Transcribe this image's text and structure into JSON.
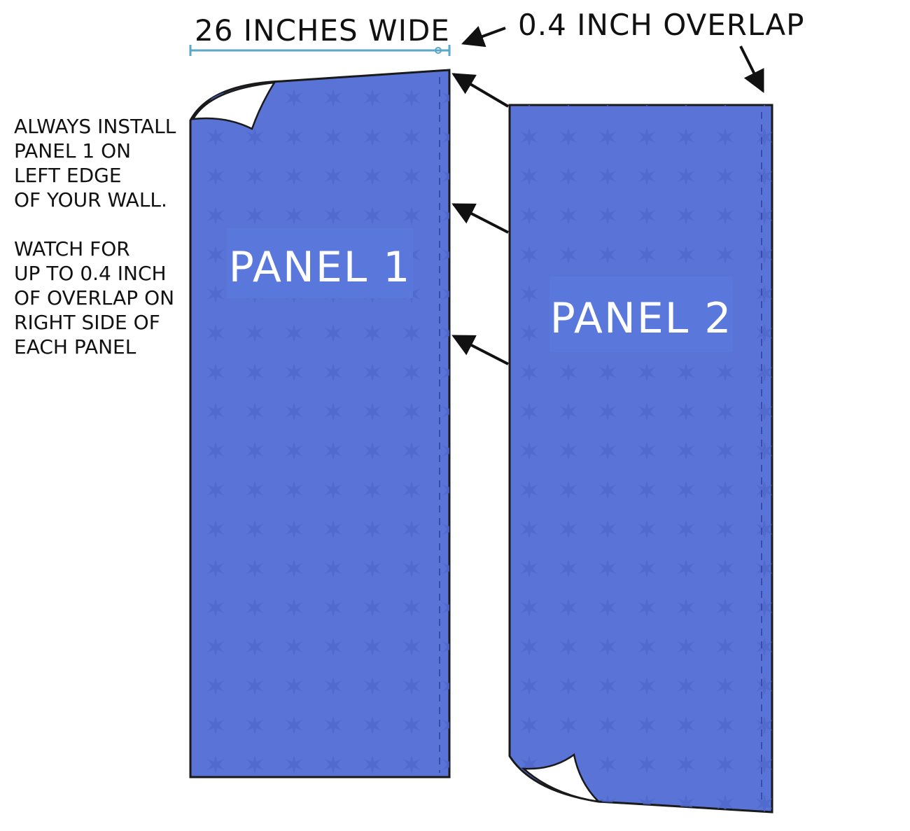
{
  "header": {
    "width_label": "26 INCHES WIDE",
    "overlap_label": "0.4 INCH OVERLAP"
  },
  "instructions": {
    "install": [
      "ALWAYS INSTALL",
      "PANEL 1 ON",
      "LEFT EDGE",
      "OF YOUR WALL."
    ],
    "overlap": [
      "WATCH FOR",
      "UP TO 0.4 INCH",
      "OF OVERLAP ON",
      "RIGHT SIDE OF",
      "EACH PANEL"
    ]
  },
  "panels": [
    {
      "label": "PANEL 1"
    },
    {
      "label": "PANEL 2"
    }
  ],
  "colors": {
    "panel_fill": "#5a73d6",
    "panel_pattern": "#4a63c6",
    "outline": "#1a1a1a",
    "dimension_line": "#5aa7c8",
    "label_box": "#5a78dc",
    "curl": "#ffffff"
  }
}
